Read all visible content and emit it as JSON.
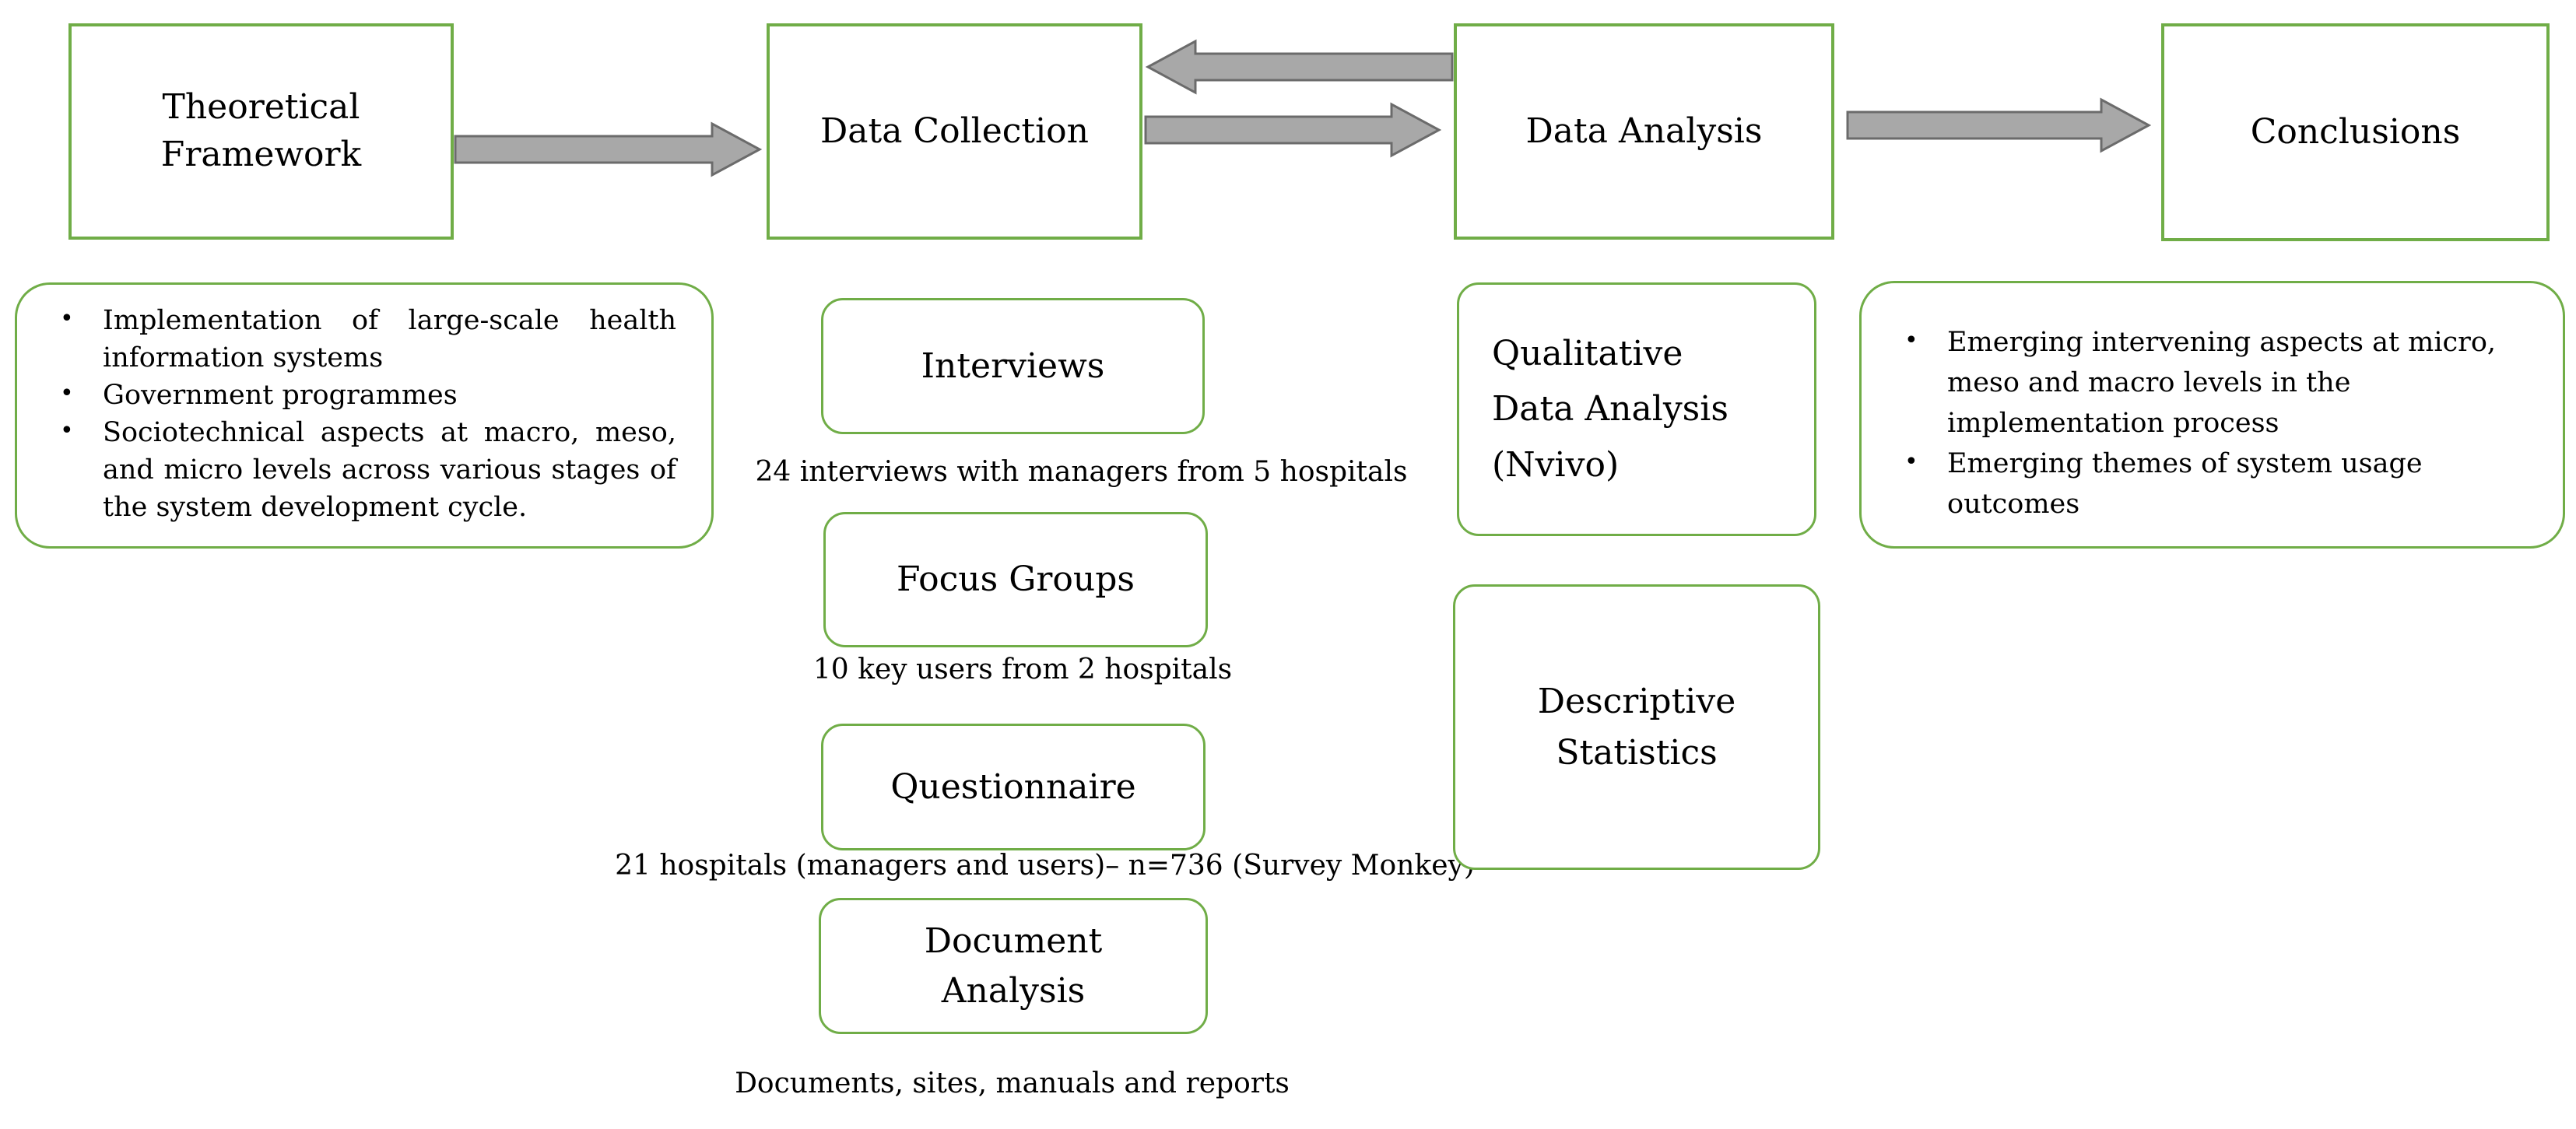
{
  "diagram": {
    "stages": {
      "theoretical_framework": "Theoretical Framework",
      "data_collection": "Data Collection",
      "data_analysis": "Data Analysis",
      "conclusions": "Conclusions"
    },
    "theoretical_framework_notes": [
      "Implementation of large-scale health information systems",
      "Government programmes",
      "Sociotechnical aspects at macro, meso, and micro levels across various stages of the system development cycle."
    ],
    "data_collection_methods": [
      {
        "label": "Interviews",
        "caption": "24 interviews with managers from 5 hospitals"
      },
      {
        "label": "Focus Groups",
        "caption": "10 key users from 2 hospitals"
      },
      {
        "label": "Questionnaire",
        "caption": "21 hospitals (managers and users)– n=736 (Survey Monkey)"
      },
      {
        "label": "Document Analysis",
        "caption": "Documents, sites, manuals and reports"
      }
    ],
    "data_analysis_methods": [
      {
        "label": "Qualitative Data Analysis (Nvivo)"
      },
      {
        "label": "Descriptive Statistics"
      }
    ],
    "conclusions_notes": [
      "Emerging intervening aspects at micro, meso and macro levels in the implementation process",
      "Emerging themes of system usage outcomes"
    ],
    "bullet_glyph": "•"
  },
  "colors": {
    "box_border_green": "#70ad47",
    "arrow_fill": "#a8a8a8",
    "arrow_outline": "#6b6b6b",
    "text": "#000000"
  }
}
